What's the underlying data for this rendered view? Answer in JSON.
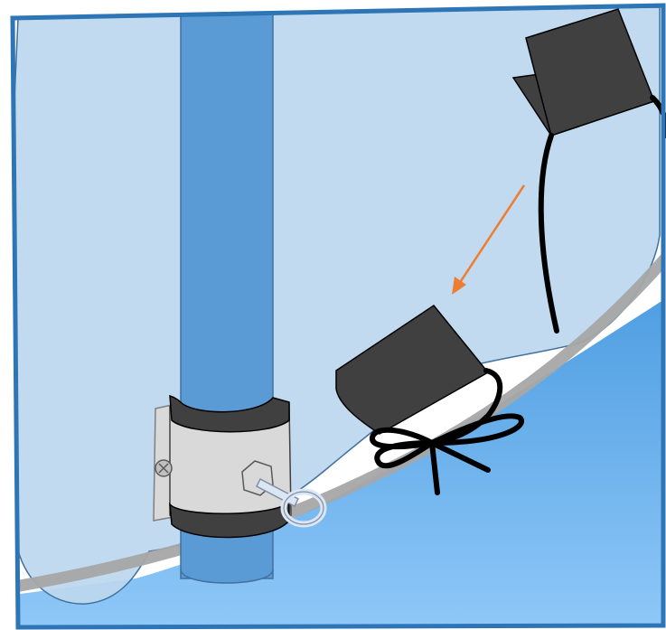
{
  "illustration": {
    "frame_color": "#2e75b6",
    "tarp_color": "#bdd7ee",
    "tarp_edge_color": "#41719c",
    "pole_color": "#5b9bd5",
    "pole_edge_color": "#41719c",
    "water_top_color": "#4a9be0",
    "water_bottom_color": "#8fc8f8",
    "white_band_color": "#ffffff",
    "rope_color": "#a6a6a6",
    "patch_color": "#404040",
    "tie_color": "#000000",
    "clamp_color": "#d9d9d9",
    "clamp_rubber_color": "#404040",
    "arrow_color": "#ed7d31",
    "parts": [
      "frame",
      "tarp",
      "pole",
      "pole-clamp",
      "rope",
      "patch-before",
      "patch-after",
      "tie-bow",
      "direction-arrow"
    ]
  }
}
